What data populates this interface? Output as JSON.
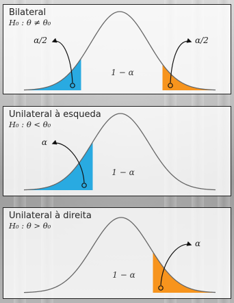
{
  "colors": {
    "left_tail": "#29aae1",
    "right_tail": "#f7941d",
    "curve": "#666666",
    "arrow": "#111111"
  },
  "panels": [
    {
      "id": "bilateral",
      "title": "Bilateral",
      "hypothesis": "H₀ : θ ≠ θ₀",
      "tails": [
        "left",
        "right"
      ],
      "left_label": "α/2",
      "right_label": "α/2",
      "center_label": "1 − α"
    },
    {
      "id": "left",
      "title": "Unilateral à esqueda",
      "hypothesis": "H₀ : θ < θ₀",
      "tails": [
        "left"
      ],
      "left_label": "α",
      "center_label": "1 − α"
    },
    {
      "id": "right",
      "title": "Unilateral à direita",
      "hypothesis": "H₀ : θ > θ₀",
      "tails": [
        "right"
      ],
      "right_label": "α",
      "center_label": "1 − α"
    }
  ]
}
